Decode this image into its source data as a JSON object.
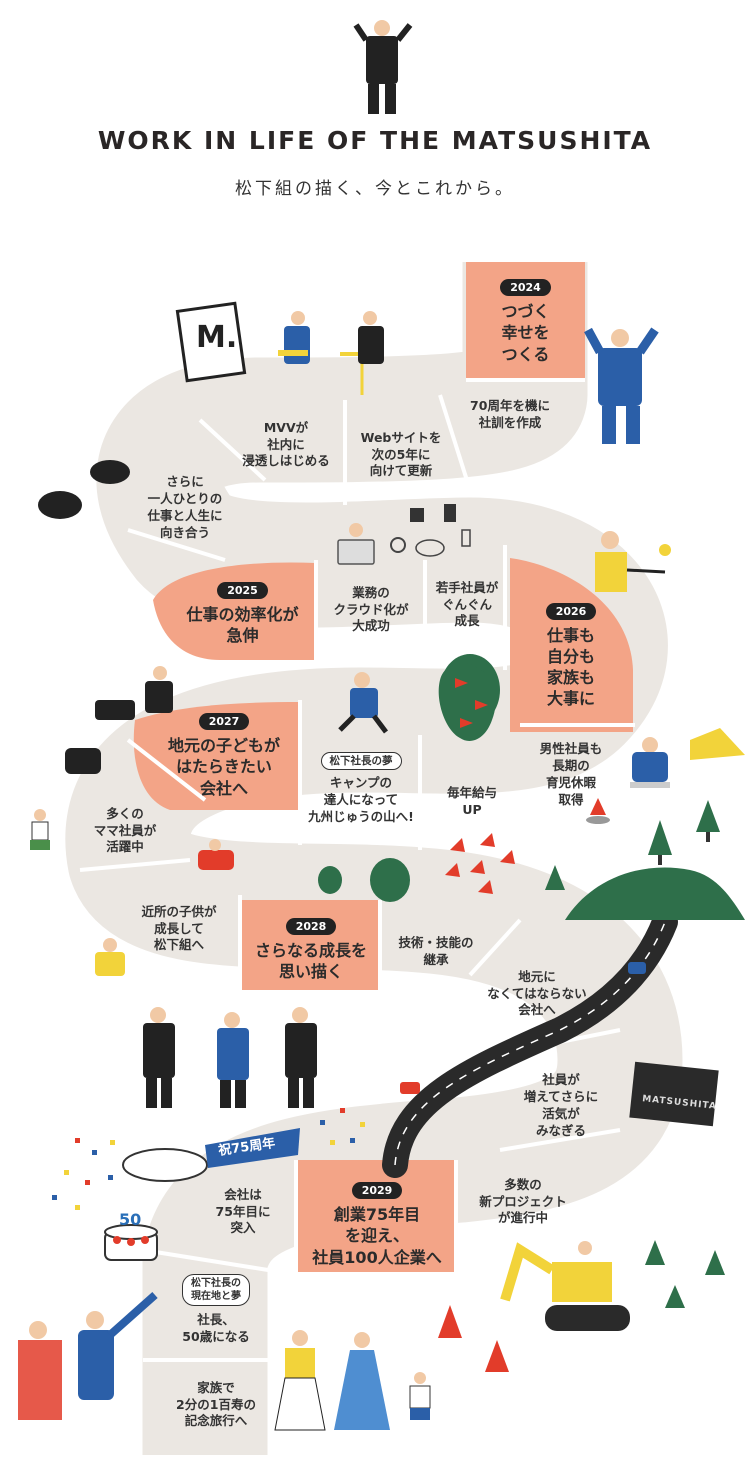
{
  "header": {
    "title": "WORK IN LIFE OF THE MATSUSHITA",
    "subtitle": "松下組の描く、今とこれから。"
  },
  "cells": [
    {
      "id": "c2024",
      "year": "2024",
      "text": "つづく\n幸せを\nつくる"
    },
    {
      "id": "c1",
      "text": "70周年を機に\n社訓を作成"
    },
    {
      "id": "c2",
      "text": "Webサイトを\n次の5年に\n向けて更新"
    },
    {
      "id": "c3",
      "text": "MVVが\n社内に\n浸透しはじめる"
    },
    {
      "id": "c4",
      "text": "さらに\n一人ひとりの\n仕事と人生に\n向き合う"
    },
    {
      "id": "c2025",
      "year": "2025",
      "text": "仕事の効率化が\n急伸"
    },
    {
      "id": "c5",
      "text": "業務の\nクラウド化が\n大成功"
    },
    {
      "id": "c6",
      "text": "若手社員が\nぐんぐん\n成長"
    },
    {
      "id": "c2026",
      "year": "2026",
      "text": "仕事も\n自分も\n家族も\n大事に"
    },
    {
      "id": "c7",
      "text": "男性社員も\n長期の\n育児休暇\n取得"
    },
    {
      "id": "c8",
      "text": "毎年給与\nUP"
    },
    {
      "id": "c9",
      "dream": "松下社長の夢",
      "text": "キャンプの\n達人になって\n九州じゅうの山へ!"
    },
    {
      "id": "c2027",
      "year": "2027",
      "text": "地元の子どもが\nはたらきたい\n会社へ"
    },
    {
      "id": "c10",
      "text": "多くの\nママ社員が\n活躍中"
    },
    {
      "id": "c11",
      "text": "近所の子供が\n成長して\n松下組へ"
    },
    {
      "id": "c2028",
      "year": "2028",
      "text": "さらなる成長を\n思い描く"
    },
    {
      "id": "c12",
      "text": "技術・技能の\n継承"
    },
    {
      "id": "c13",
      "text": "地元に\nなくてはならない\n会社へ"
    },
    {
      "id": "c14",
      "text": "社員が\n増えてさらに\n活気が\nみなぎる"
    },
    {
      "id": "c15",
      "text": "多数の\n新プロジェクト\nが進行中"
    },
    {
      "id": "c2029",
      "year": "2029",
      "text": "創業75年目\nを迎え、\n社員100人企業へ"
    },
    {
      "id": "c16",
      "text": "会社は\n75年目に\n突入"
    },
    {
      "id": "c17",
      "dream": "松下社長の\n現在地と夢",
      "text": "社長、\n50歳になる"
    },
    {
      "id": "c18",
      "text": "家族で\n2分の1百寿の\n記念旅行へ"
    }
  ],
  "illustrations": {
    "banner_text": "祝75周年",
    "cake_number": "50",
    "sign_text": "MATSUSHITA",
    "logo_letter": "M."
  },
  "colors": {
    "path": "#ebe7e2",
    "highlight": "#f3a487",
    "divider": "#ffffff",
    "road": "#2a2a2a",
    "mountain": "#2e6f4a",
    "blue": "#2b5fa8",
    "dark": "#222222",
    "yellow": "#f2d33a",
    "red": "#e23c2a"
  }
}
